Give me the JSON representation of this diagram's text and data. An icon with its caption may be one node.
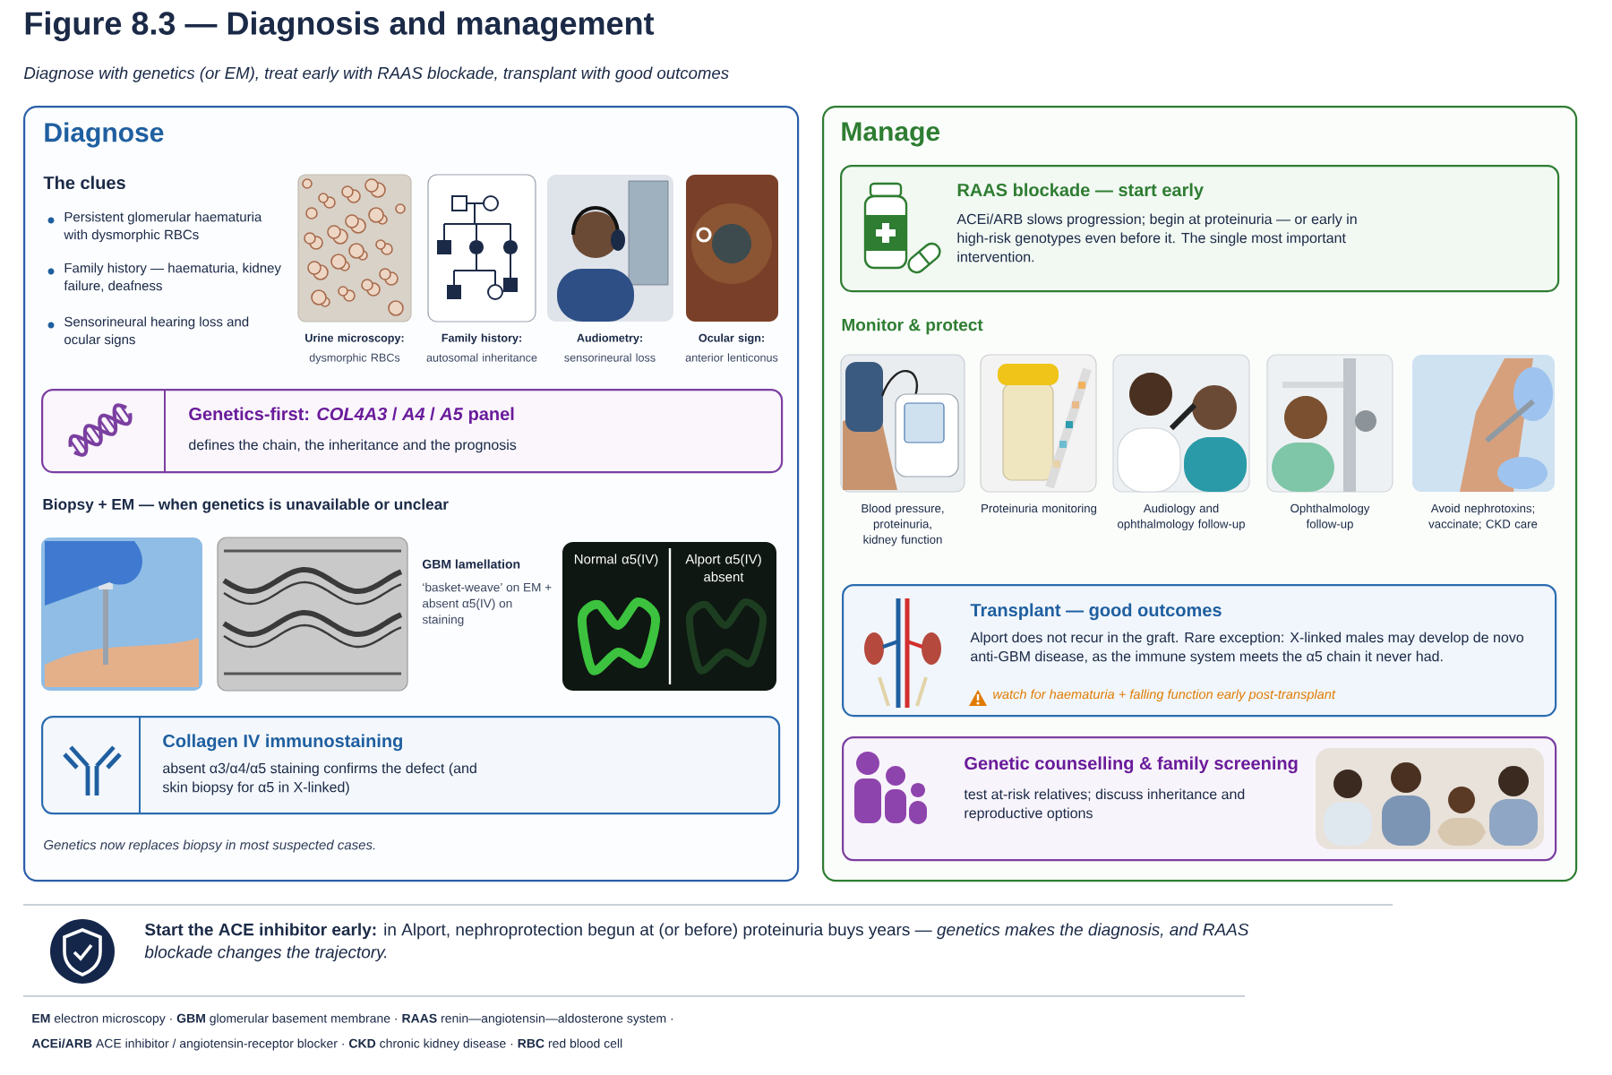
{
  "diagram": {
    "title": "Figure 8.3 — Diagnosis and management",
    "nodes": [
      {
        "text": [
          "Diagnose"
        ]
      },
      {
        "text": [
          "Genetics-first: *COL4A3* / *A4* / *A5* panel",
          "defines the chain, the inheritance and the prognosis"
        ],
        "in": 0
      },
      {
        "text": [
          "Collagen IV immunostaining",
          "absent α3/α4/α5 staining confirms the defect (and skin biopsy for α5 in X-linked)"
        ],
        "in": 0
      },
      {
        "text": [
          "Manage"
        ]
      },
      {
        "text": [
          "RAAS blockade — start early",
          "ACEi/ARB slows progression; begin at proteinuria — or early in high-risk genotypes even before it. The single most important intervention."
        ],
        "in": 3
      },
      {
        "text": [
          "Transplant — good outcomes",
          "Alport does not recur in the graft. Rare exception: X-linked males may develop de novo anti-GBM disease, as the immune system meets the α5 chain it never had.",
          "watch for haematuria + falling function early post-transplant"
        ],
        "in": 3
      },
      {
        "text": [
          "Genetic counselling & family screening",
          "test at-risk relatives; discuss inheritance and reproductive options"
        ],
        "in": 3
      }
    ],
    "labels": [
      "Diagnose with genetics (or EM), treat early with RAAS blockade, transplant with good outcomes",
      "The clues",
      "Persistent glomerular haematuria with dysmorphic RBCs",
      "Family history — haematuria, kidney failure, deafness",
      "Sensorineural hearing loss and ocular signs",
      "Urine microscopy:",
      "dysmorphic RBCs",
      "Family history:",
      "autosomal inheritance",
      "Audiometry:",
      "sensorineural loss",
      "Ocular sign:",
      "anterior lenticonus",
      "Biopsy + EM — when genetics is unavailable or unclear",
      "GBM lamellation",
      "‘basket-weave’ on EM + absent α5(IV) on staining",
      "Normal α5(IV)",
      "Alport α5(IV) absent",
      "Genetics now replaces biopsy in most suspected cases.",
      "Monitor & protect",
      "Blood pressure, proteinuria, kidney function",
      "Proteinuria monitoring",
      "Audiology and ophthalmology follow-up",
      "Ophthalmology follow-up",
      "Avoid nephrotoxins; vaccinate; CKD care",
      "**Start the ACE inhibitor early:** in Alport, nephroprotection begun at (or before) proteinuria buys years — *genetics makes the diagnosis, and RAAS blockade changes the trajectory.*",
      "**EM** electron microscopy · **GBM** glomerular basement membrane · **RAAS** renin—angiotensin—aldosterone system ·",
      "**ACEi/ARB** ACE inhibitor / angiotensin-receptor blocker · **CKD** chronic kidney disease · **RBC** red blood cell"
    ]
  }
}
